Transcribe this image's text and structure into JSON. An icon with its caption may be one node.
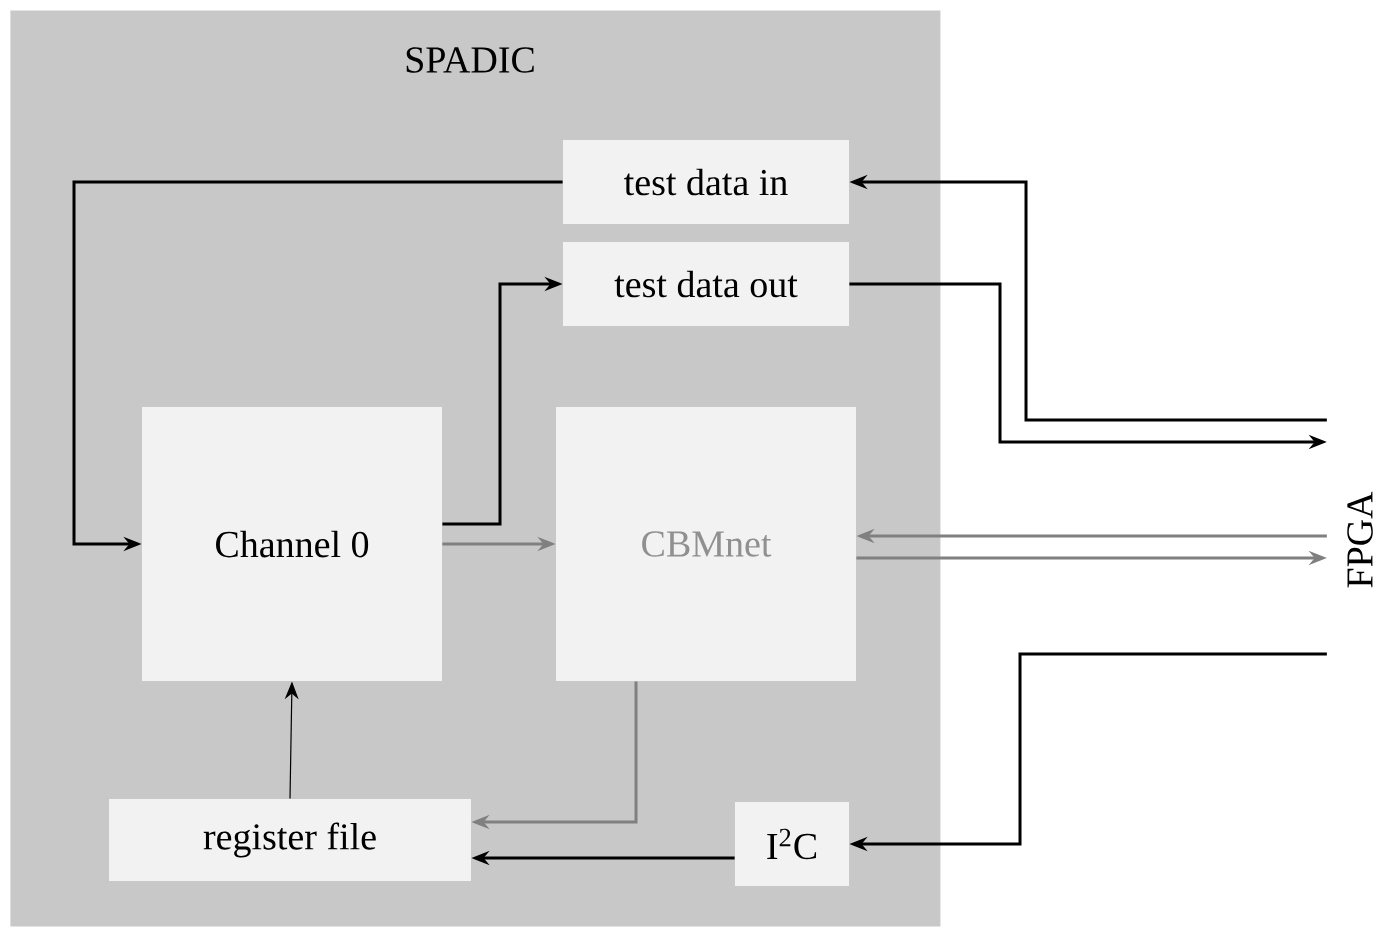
{
  "diagram": {
    "nodes": [
      {
        "text": [
          "SPADIC"
        ]
      },
      {
        "text": [
          "test data in"
        ],
        "in": 0
      },
      {
        "text": [
          "test data out"
        ],
        "in": 0
      },
      {
        "text": [
          "Channel 0"
        ],
        "in": 0
      },
      {
        "text": [
          "CBMnet"
        ],
        "in": 0
      },
      {
        "text": [
          "register file"
        ],
        "in": 0
      },
      {
        "text": [
          "I$^{2}$C"
        ],
        "in": 0
      },
      {
        "text": [
          "FPGA"
        ]
      }
    ],
    "edges": [
      {
        "from": 7,
        "to": 1,
        "arrow": "to"
      },
      {
        "from": 1,
        "to": 3,
        "arrow": "to"
      },
      {
        "from": 3,
        "to": 2,
        "arrow": "to"
      },
      {
        "from": 2,
        "to": 7,
        "arrow": "to"
      },
      {
        "from": 3,
        "to": 4,
        "arrow": "to",
        "color": "#808080"
      },
      {
        "from": 7,
        "to": 4,
        "arrow": "to",
        "color": "#808080"
      },
      {
        "from": 4,
        "to": 7,
        "arrow": "to",
        "color": "#808080"
      },
      {
        "from": 4,
        "to": 5,
        "arrow": "to",
        "color": "#808080"
      },
      {
        "from": 5,
        "to": 3,
        "arrow": "to"
      },
      {
        "from": 7,
        "to": 6,
        "arrow": "to"
      },
      {
        "from": 6,
        "to": 5,
        "arrow": "to"
      }
    ]
  }
}
